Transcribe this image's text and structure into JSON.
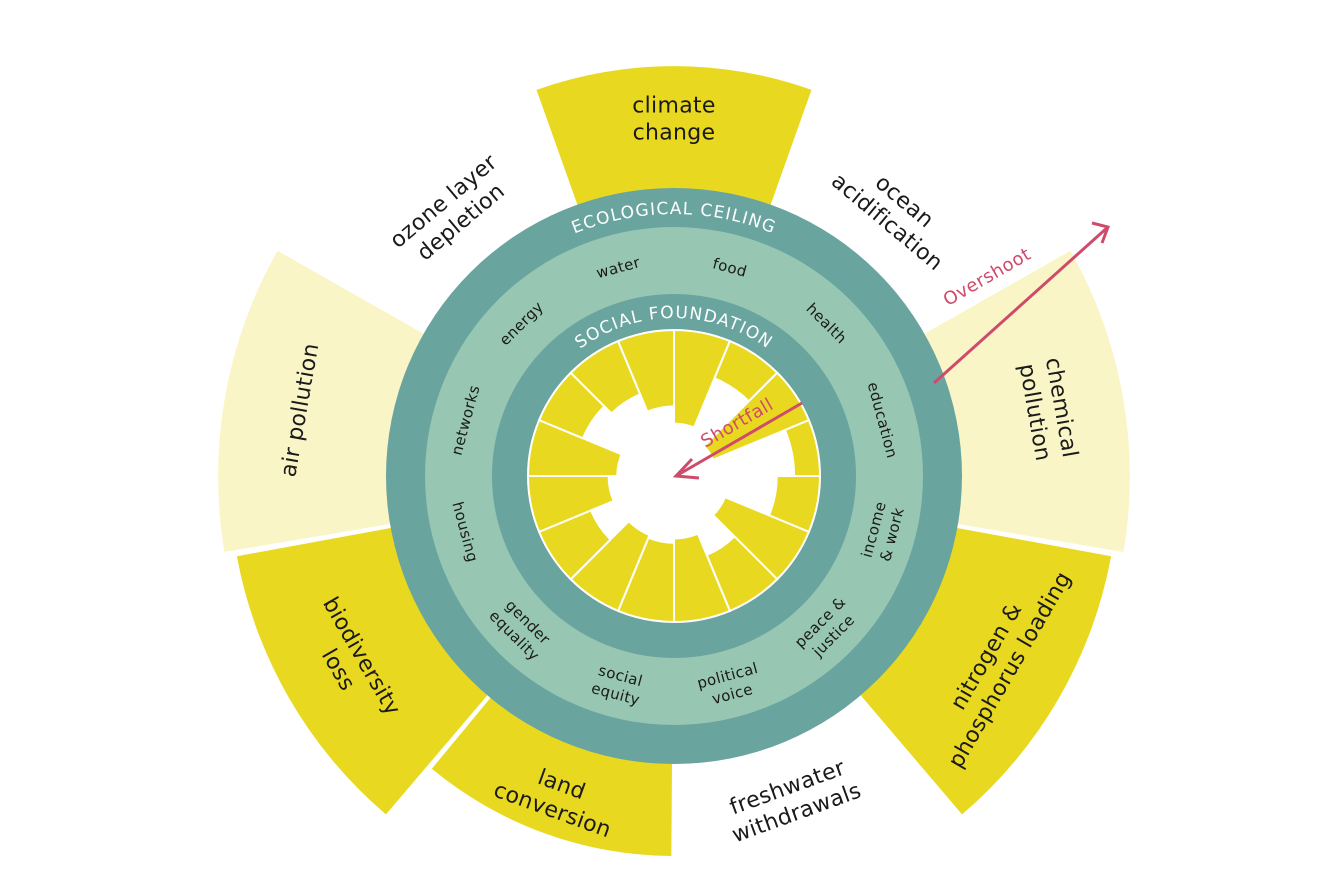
{
  "colors": {
    "overshoot_fill": "#e8d920",
    "overshoot_light": "#faf5c6",
    "ring_dark": "#69a49f",
    "ring_light": "#97c6b2",
    "shortfall_fill": "#e8d920",
    "arrow": "#cf4b6b",
    "background": "#ffffff"
  },
  "ring_titles": {
    "ecological_ceiling": "ECOLOGICAL  CEILING",
    "social_foundation": "SOCIAL FOUNDATION"
  },
  "ecological_ceiling": [
    {
      "id": "climate-change",
      "lines": [
        "climate",
        "change"
      ],
      "overshoot": 0.53,
      "shade": "full"
    },
    {
      "id": "ocean-acidification",
      "lines": [
        "ocean",
        "acidification"
      ],
      "overshoot": 0.0,
      "shade": "full"
    },
    {
      "id": "chemical-pollution",
      "lines": [
        "chemical",
        "pollution"
      ],
      "overshoot": 0.73,
      "shade": "light"
    },
    {
      "id": "nitrogen-phosphorus",
      "lines": [
        "nitrogen &",
        "phosphorus loading"
      ],
      "overshoot": 0.68,
      "shade": "full"
    },
    {
      "id": "freshwater-withdrawals",
      "lines": [
        "freshwater",
        "withdrawals"
      ],
      "overshoot": 0.0,
      "shade": "full"
    },
    {
      "id": "land-conversion",
      "lines": [
        "land",
        "conversion"
      ],
      "overshoot": 0.4,
      "shade": "full"
    },
    {
      "id": "biodiversity-loss",
      "lines": [
        "biodiversity",
        "loss"
      ],
      "overshoot": 0.68,
      "shade": "full"
    },
    {
      "id": "air-pollution",
      "lines": [
        "air pollution"
      ],
      "overshoot": 0.73,
      "shade": "light"
    },
    {
      "id": "ozone-layer-depletion",
      "lines": [
        "ozone layer",
        "depletion"
      ],
      "overshoot": 0.0,
      "shade": "full"
    }
  ],
  "social_foundation": [
    {
      "id": "water",
      "lines": [
        "water"
      ]
    },
    {
      "id": "food",
      "lines": [
        "food"
      ]
    },
    {
      "id": "health",
      "lines": [
        "health"
      ]
    },
    {
      "id": "education",
      "lines": [
        "education"
      ]
    },
    {
      "id": "income-work",
      "lines": [
        "income",
        "& work"
      ]
    },
    {
      "id": "peace-justice",
      "lines": [
        "peace &",
        "justice"
      ]
    },
    {
      "id": "political-voice",
      "lines": [
        "political",
        "voice"
      ]
    },
    {
      "id": "social-equity",
      "lines": [
        "social",
        "equity"
      ]
    },
    {
      "id": "gender-equality",
      "lines": [
        "gender",
        "equality"
      ]
    },
    {
      "id": "housing",
      "lines": [
        "housing"
      ]
    },
    {
      "id": "networks",
      "lines": [
        "networks"
      ]
    },
    {
      "id": "energy",
      "lines": [
        "energy"
      ]
    }
  ],
  "shortfall_wedges": [
    {
      "start": -90,
      "end": -67.5,
      "depth": 0.65
    },
    {
      "start": -67.5,
      "end": -45,
      "depth": 0.28
    },
    {
      "start": -45,
      "end": -22.5,
      "depth": 0.72
    },
    {
      "start": -22.5,
      "end": 0,
      "depth": 0.18
    },
    {
      "start": 0,
      "end": 22.5,
      "depth": 0.3
    },
    {
      "start": 22.5,
      "end": 45,
      "depth": 0.63
    },
    {
      "start": 45,
      "end": 67.5,
      "depth": 0.42
    },
    {
      "start": 67.5,
      "end": 90,
      "depth": 0.58
    },
    {
      "start": 90,
      "end": 112.5,
      "depth": 0.55
    },
    {
      "start": 112.5,
      "end": 135,
      "depth": 0.57
    },
    {
      "start": 135,
      "end": 157.5,
      "depth": 0.39
    },
    {
      "start": 157.5,
      "end": 180,
      "depth": 0.56
    },
    {
      "start": 180,
      "end": 202.5,
      "depth": 0.62
    },
    {
      "start": 202.5,
      "end": 225,
      "depth": 0.33
    },
    {
      "start": 225,
      "end": 247.5,
      "depth": 0.4
    },
    {
      "start": 247.5,
      "end": 270,
      "depth": 0.53
    }
  ],
  "arrows": {
    "overshoot": "Overshoot",
    "shortfall": "Shortfall"
  }
}
